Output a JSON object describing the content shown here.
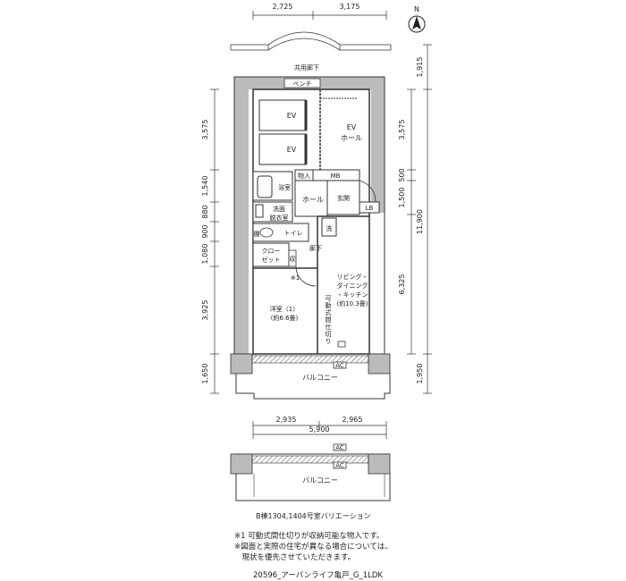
{
  "compass": {
    "label": "N"
  },
  "top_dims": [
    "2,725",
    "3,175"
  ],
  "corridor": {
    "label": "共用廊下",
    "bench": "ベンチ"
  },
  "rooms": {
    "ev1": "EV",
    "ev2": "EV",
    "ev_hall": [
      "EV",
      "ホール"
    ],
    "storage": "物入",
    "mb": "MB",
    "bath": "浴室",
    "hall": "ホール",
    "entrance": "玄関",
    "wash": [
      "洗面",
      "脱衣室"
    ],
    "ldk_box": "LB",
    "washer": "洗",
    "toilet": "トイレ",
    "shelf": "棚",
    "closet": [
      "クロー",
      "ゼット"
    ],
    "corridor_in": "廊下",
    "closet2": "収",
    "note_mark": "※1",
    "ldk": [
      "リビング・",
      "ダイニング",
      "・キッチン",
      "(約10.3畳)"
    ],
    "partition": [
      "可",
      "動",
      "式",
      "間",
      "仕",
      "切",
      "り"
    ],
    "western": [
      "洋室（1）",
      "(約6.6畳)"
    ],
    "ac": "AC",
    "balcony": "バルコニー"
  },
  "left_dims": [
    "3,575",
    "1,540",
    "880",
    "900",
    "1,080",
    "3,925",
    "1,650"
  ],
  "right_dims_inner": [
    "3,575",
    "500",
    "1,500",
    "6,325"
  ],
  "right_dims_outer": [
    "1,915",
    "11,900",
    "1,950"
  ],
  "bottom_dims": [
    "2,935",
    "2,965",
    "5,900"
  ],
  "variation": {
    "ac": "AC",
    "balcony": "バルコニー",
    "caption": "B棟1304,1404号室バリエーション"
  },
  "notes": [
    "※1 可動式間仕切りが収納可能な物入です。",
    "※図面と実際の住宅が異なる場合については、",
    "　現状を優先させていただきます。"
  ],
  "footer": "20596_アーバンライフ亀戸_G_1LDK"
}
